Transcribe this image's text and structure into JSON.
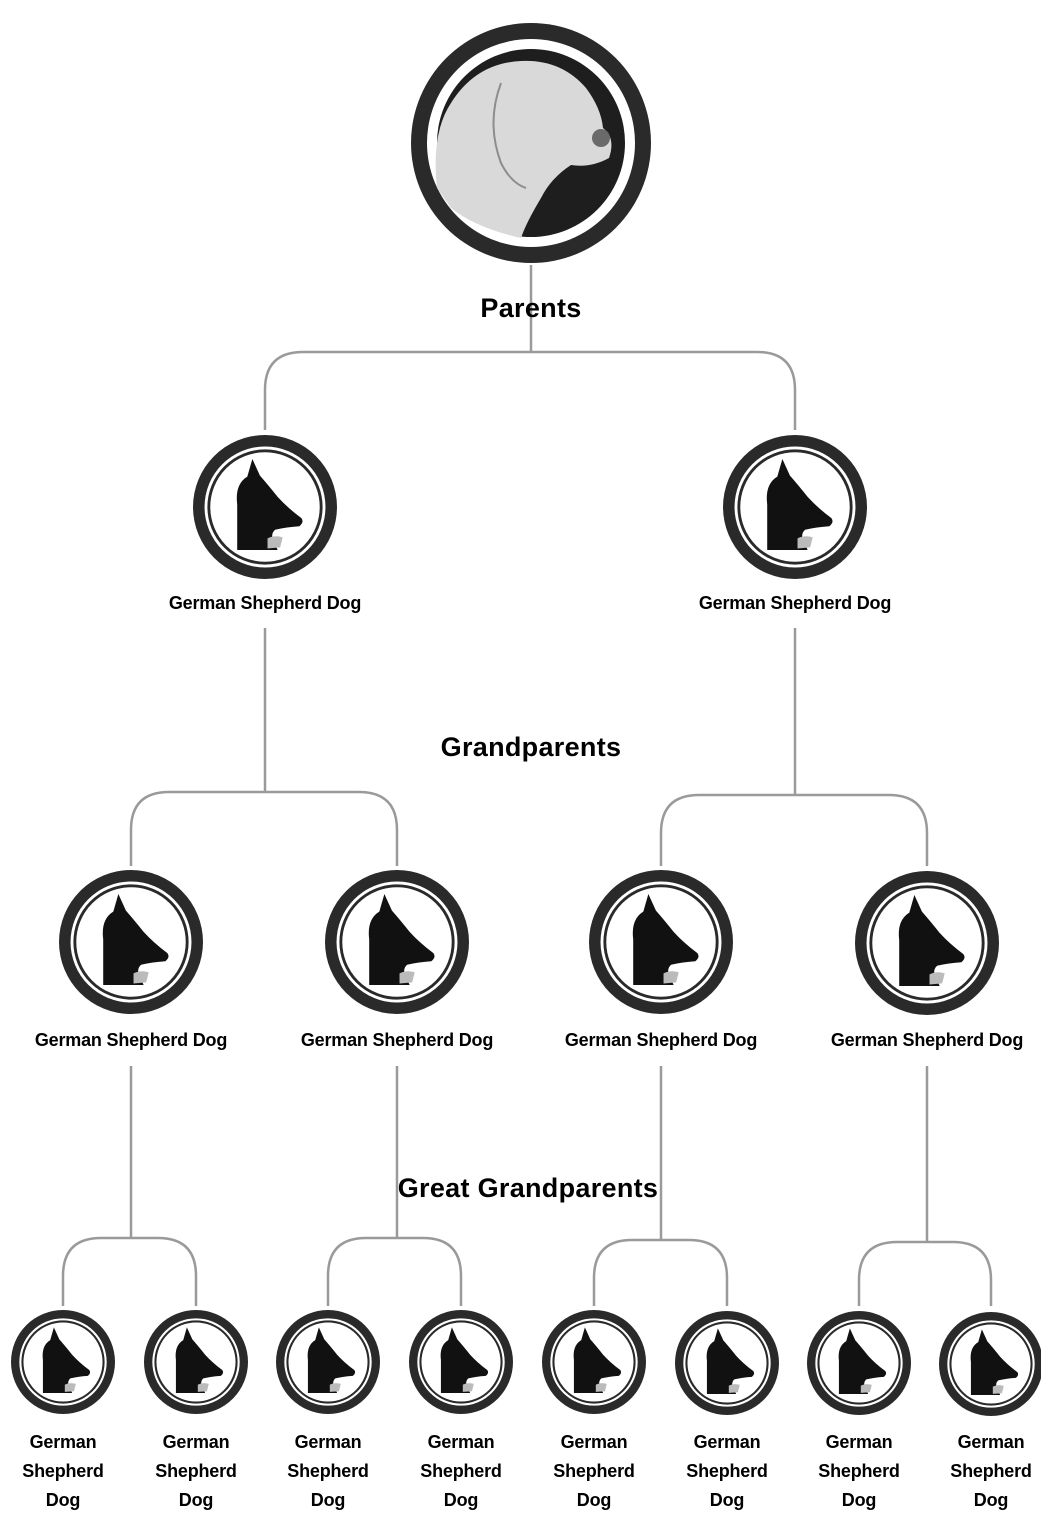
{
  "levels": {
    "parents": "Parents",
    "grandparents": "Grandparents",
    "great_grandparents": "Great Grandparents"
  },
  "parents": [
    {
      "breed": "German Shepherd Dog"
    },
    {
      "breed": "German Shepherd Dog"
    }
  ],
  "grandparents": [
    {
      "breed": "German Shepherd Dog"
    },
    {
      "breed": "German Shepherd Dog"
    },
    {
      "breed": "German Shepherd Dog"
    },
    {
      "breed": "German Shepherd Dog"
    }
  ],
  "great_grandparents": [
    {
      "breed": "German\nShepherd\nDog"
    },
    {
      "breed": "German\nShepherd\nDog"
    },
    {
      "breed": "German\nShepherd\nDog"
    },
    {
      "breed": "German\nShepherd\nDog"
    },
    {
      "breed": "German\nShepherd\nDog"
    },
    {
      "breed": "German\nShepherd\nDog"
    },
    {
      "breed": "German\nShepherd\nDog"
    },
    {
      "breed": "German\nShepherd\nDog"
    }
  ],
  "colors": {
    "ring": "#2a2a2a",
    "ring_gap": "#ffffff",
    "silhouette": "#111111",
    "connector": "#9a9a9a",
    "root_face": "#d9d9d9",
    "root_bg": "#1e1e1e"
  },
  "icons": {
    "root": "subject-dog-head-icon",
    "ancestor": "german-shepherd-head-icon"
  }
}
